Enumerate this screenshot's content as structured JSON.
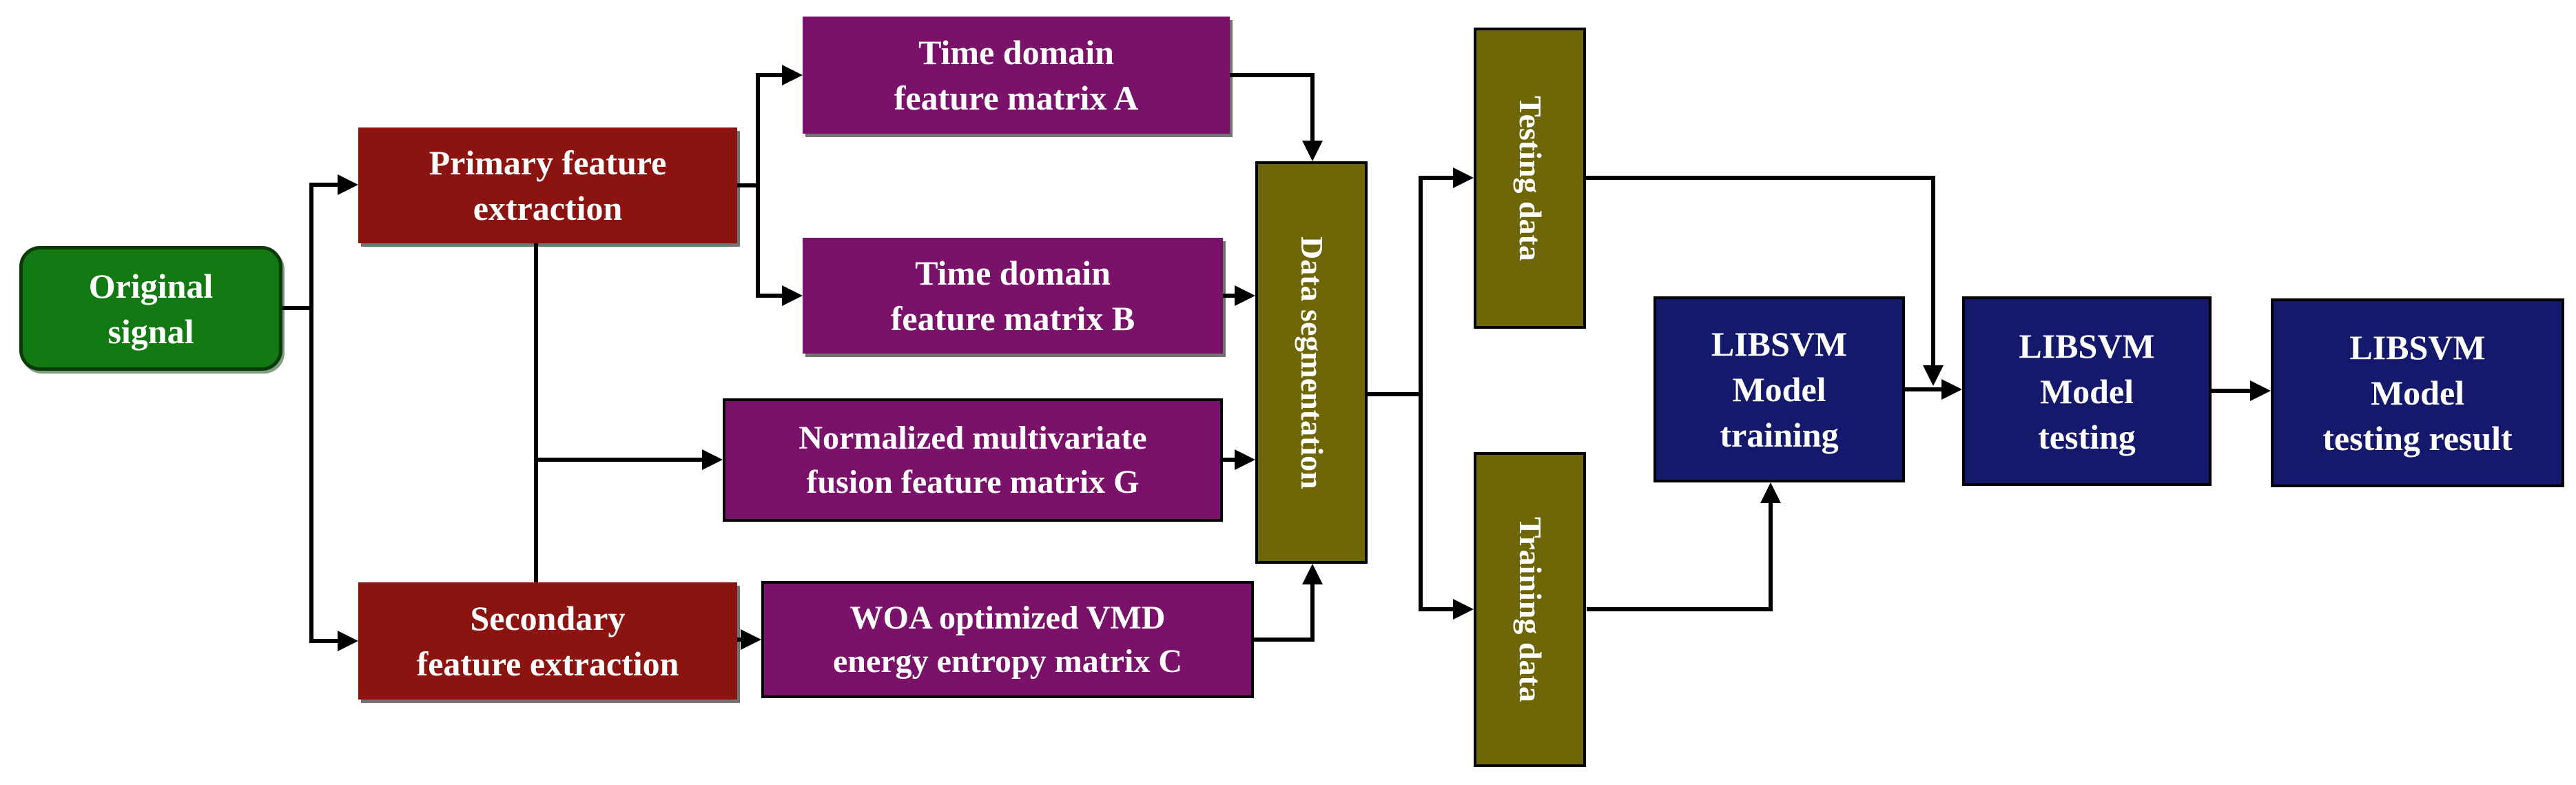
{
  "figure": {
    "type": "flowchart",
    "description": "Signal feature extraction and LIBSVM classification pipeline"
  },
  "colors": {
    "background": "#ffffff",
    "green": "#137a13",
    "dark_red": "#8b1410",
    "purple": "#7b1269",
    "olive": "#6f6608",
    "navy": "#14196b",
    "line": "#000000",
    "text": "#ffffff"
  },
  "nodes": {
    "original_signal": {
      "label": "Original\nsignal",
      "shape": "rounded",
      "color_role": "green"
    },
    "primary_feature_extraction": {
      "label": "Primary feature\nextraction",
      "shape": "rect",
      "color_role": "dark_red"
    },
    "secondary_feature_extraction": {
      "label": "Secondary\nfeature extraction",
      "shape": "rect",
      "color_role": "dark_red"
    },
    "time_domain_feature_matrix_a": {
      "label": "Time domain\nfeature matrix A",
      "shape": "rect",
      "color_role": "purple"
    },
    "time_domain_feature_matrix_b": {
      "label": "Time domain\nfeature matrix B",
      "shape": "rect",
      "color_role": "purple"
    },
    "normalized_multivariate_fusion_feature_matrix_g": {
      "label": "Normalized multivariate\nfusion feature matrix G",
      "shape": "rect",
      "color_role": "purple"
    },
    "woa_optimized_vmd_energy_entropy_matrix_c": {
      "label": "WOA optimized VMD\nenergy entropy matrix C",
      "shape": "rect",
      "color_role": "purple"
    },
    "data_segmentation": {
      "label": "Data segmentation",
      "shape": "rect",
      "color_role": "olive",
      "text_orientation": "vertical"
    },
    "testing_data": {
      "label": "Testing data",
      "shape": "rect",
      "color_role": "olive",
      "text_orientation": "vertical"
    },
    "training_data": {
      "label": "Training data",
      "shape": "rect",
      "color_role": "olive",
      "text_orientation": "vertical"
    },
    "libsvm_model_training": {
      "label": "LIBSVM\nModel\ntraining",
      "shape": "rect",
      "color_role": "navy"
    },
    "libsvm_model_testing": {
      "label": "LIBSVM\nModel\ntesting",
      "shape": "rect",
      "color_role": "navy"
    },
    "libsvm_model_testing_result": {
      "label": "LIBSVM\nModel\ntesting result",
      "shape": "rect",
      "color_role": "navy"
    }
  },
  "edges": [
    {
      "from": "original_signal",
      "to": "primary_feature_extraction"
    },
    {
      "from": "original_signal",
      "to": "secondary_feature_extraction"
    },
    {
      "from": "primary_feature_extraction",
      "to": "time_domain_feature_matrix_a"
    },
    {
      "from": "primary_feature_extraction",
      "to": "time_domain_feature_matrix_b"
    },
    {
      "from": "primary_feature_extraction",
      "to": "normalized_multivariate_fusion_feature_matrix_g"
    },
    {
      "from": "secondary_feature_extraction",
      "to": "normalized_multivariate_fusion_feature_matrix_g"
    },
    {
      "from": "secondary_feature_extraction",
      "to": "woa_optimized_vmd_energy_entropy_matrix_c"
    },
    {
      "from": "time_domain_feature_matrix_a",
      "to": "data_segmentation"
    },
    {
      "from": "time_domain_feature_matrix_b",
      "to": "data_segmentation"
    },
    {
      "from": "normalized_multivariate_fusion_feature_matrix_g",
      "to": "data_segmentation"
    },
    {
      "from": "woa_optimized_vmd_energy_entropy_matrix_c",
      "to": "data_segmentation"
    },
    {
      "from": "data_segmentation",
      "to": "testing_data"
    },
    {
      "from": "data_segmentation",
      "to": "training_data"
    },
    {
      "from": "training_data",
      "to": "libsvm_model_training"
    },
    {
      "from": "libsvm_model_training",
      "to": "libsvm_model_testing"
    },
    {
      "from": "testing_data",
      "to": "libsvm_model_testing"
    },
    {
      "from": "libsvm_model_testing",
      "to": "libsvm_model_testing_result"
    }
  ]
}
